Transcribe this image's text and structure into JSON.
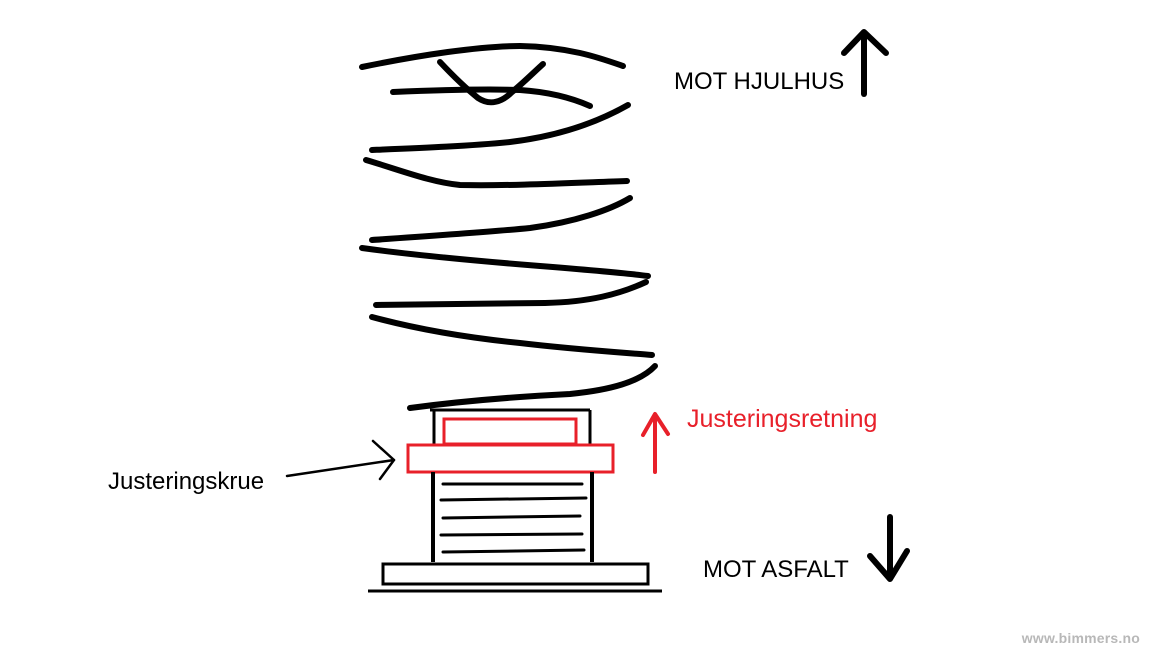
{
  "labels": {
    "toward_wheelhouse": "MOT HJULHUS",
    "toward_asphalt": "MOT ASFALT",
    "adjustment_direction": "Justeringsretning",
    "adjustment_screw": "Justeringskrue"
  },
  "watermark": "www.bimmers.no",
  "colors": {
    "ink": "#000000",
    "highlight": "#e8202a",
    "watermark": "#b8b8b8"
  }
}
